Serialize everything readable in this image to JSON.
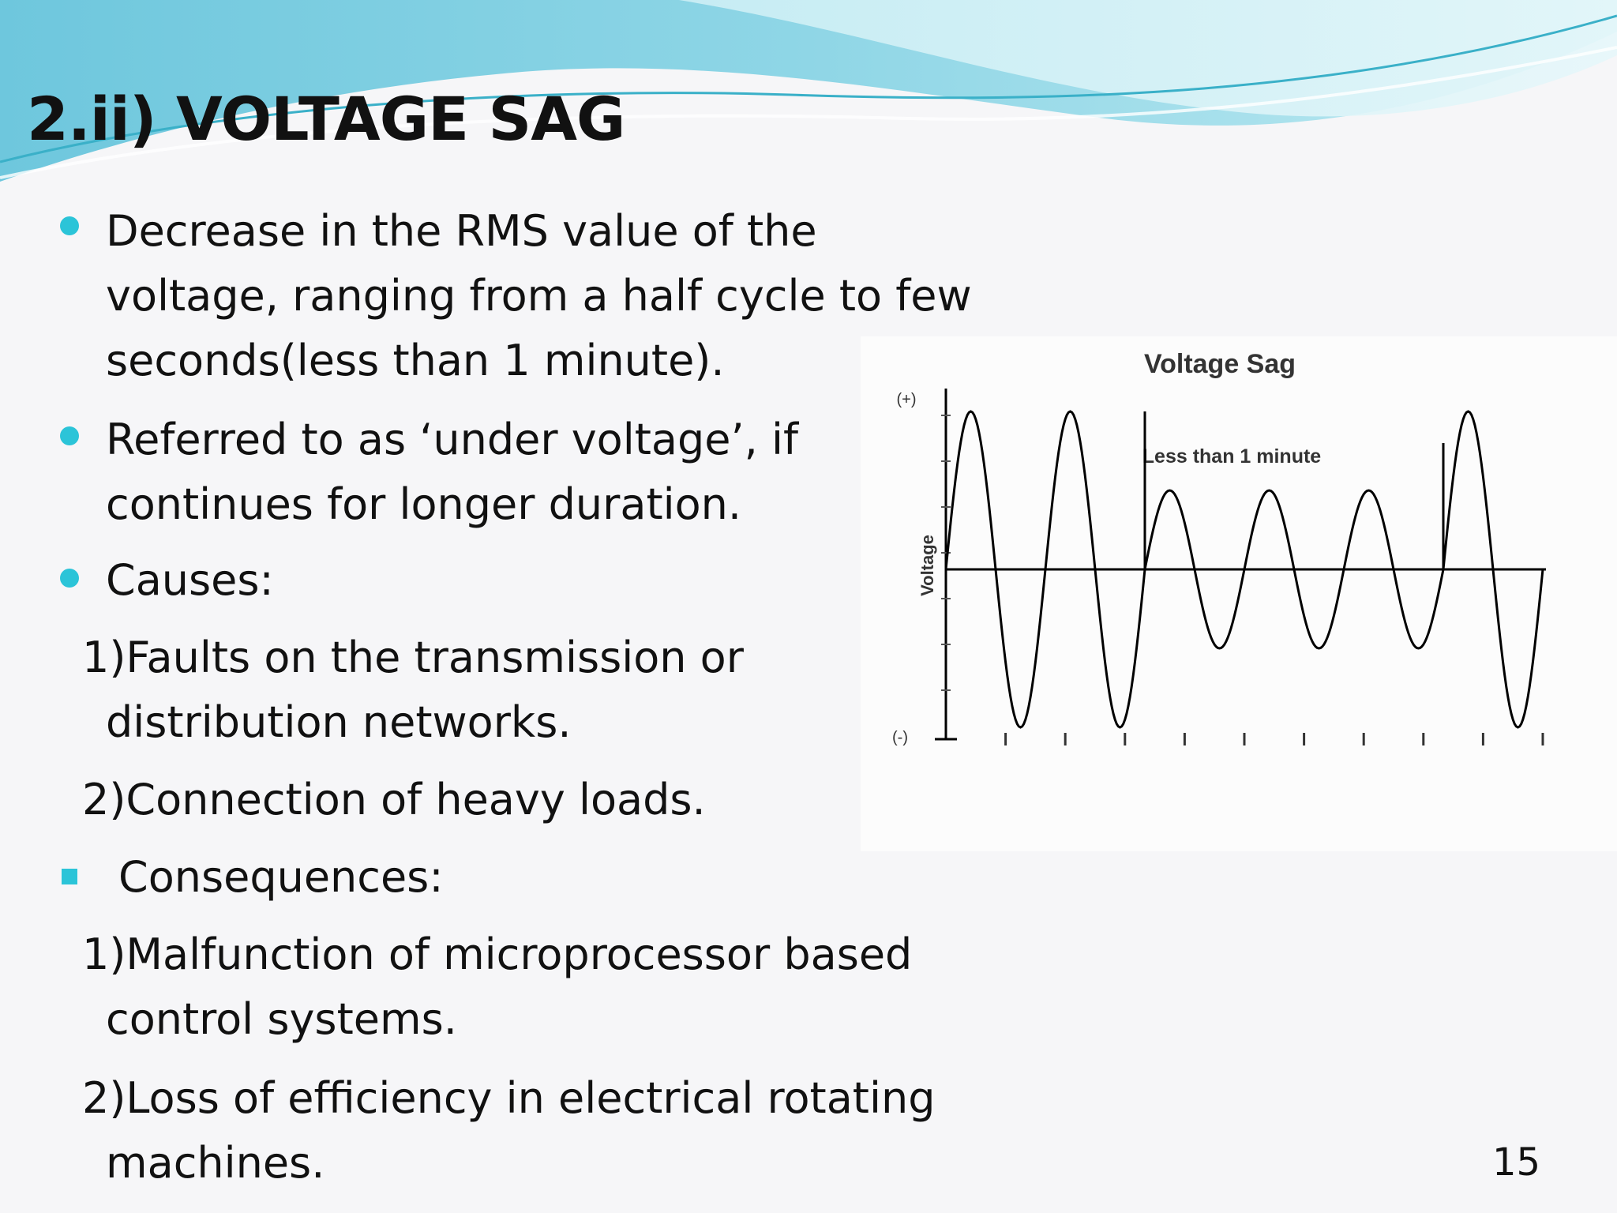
{
  "slide": {
    "title": "2.ii) VOLTAGE SAG",
    "page_number": "15"
  },
  "content": {
    "bullet1": {
      "lines": [
        "Decrease in the RMS value of the",
        "voltage, ranging from a half cycle to few",
        "seconds(less than 1 minute)."
      ]
    },
    "bullet2": {
      "lines": [
        "Referred to as ‘under voltage’, if",
        "continues for longer duration."
      ]
    },
    "causes": {
      "heading": "Causes:",
      "items": [
        {
          "line1": "1)Faults on the transmission or",
          "line2": "distribution networks."
        },
        {
          "line1": "2)Connection of  heavy  loads."
        }
      ]
    },
    "consequences": {
      "heading": "Consequences:",
      "items": [
        {
          "line1": "1)Malfunction of microprocessor based",
          "line2": "control systems."
        },
        {
          "line1": "2)Loss of efficiency in electrical rotating",
          "line2": "machines."
        }
      ]
    }
  },
  "chart_data": {
    "type": "line",
    "title": "Voltage Sag",
    "annotation": "Less than 1 minute",
    "ylabel": "Voltage",
    "y_top_label": "(+)",
    "y_bottom_label": "(-)",
    "xlabel": "",
    "x_ticks": 11,
    "ylim": [
      -1,
      1
    ],
    "series": [
      {
        "cycles": [
          {
            "cycle": 1,
            "amplitude": 1.0
          },
          {
            "cycle": 2,
            "amplitude": 1.0
          },
          {
            "cycle": 3,
            "amplitude": 0.5
          },
          {
            "cycle": 4,
            "amplitude": 0.5
          },
          {
            "cycle": 5,
            "amplitude": 0.5
          },
          {
            "cycle": 6,
            "amplitude": 1.0
          }
        ]
      }
    ],
    "grid": false,
    "colors": {
      "line": "#000000",
      "axis": "#000000"
    }
  },
  "theme": {
    "accent": "#2bc4d8",
    "wave_light": "#a9e4ee",
    "wave_dark": "#49b9d0"
  }
}
